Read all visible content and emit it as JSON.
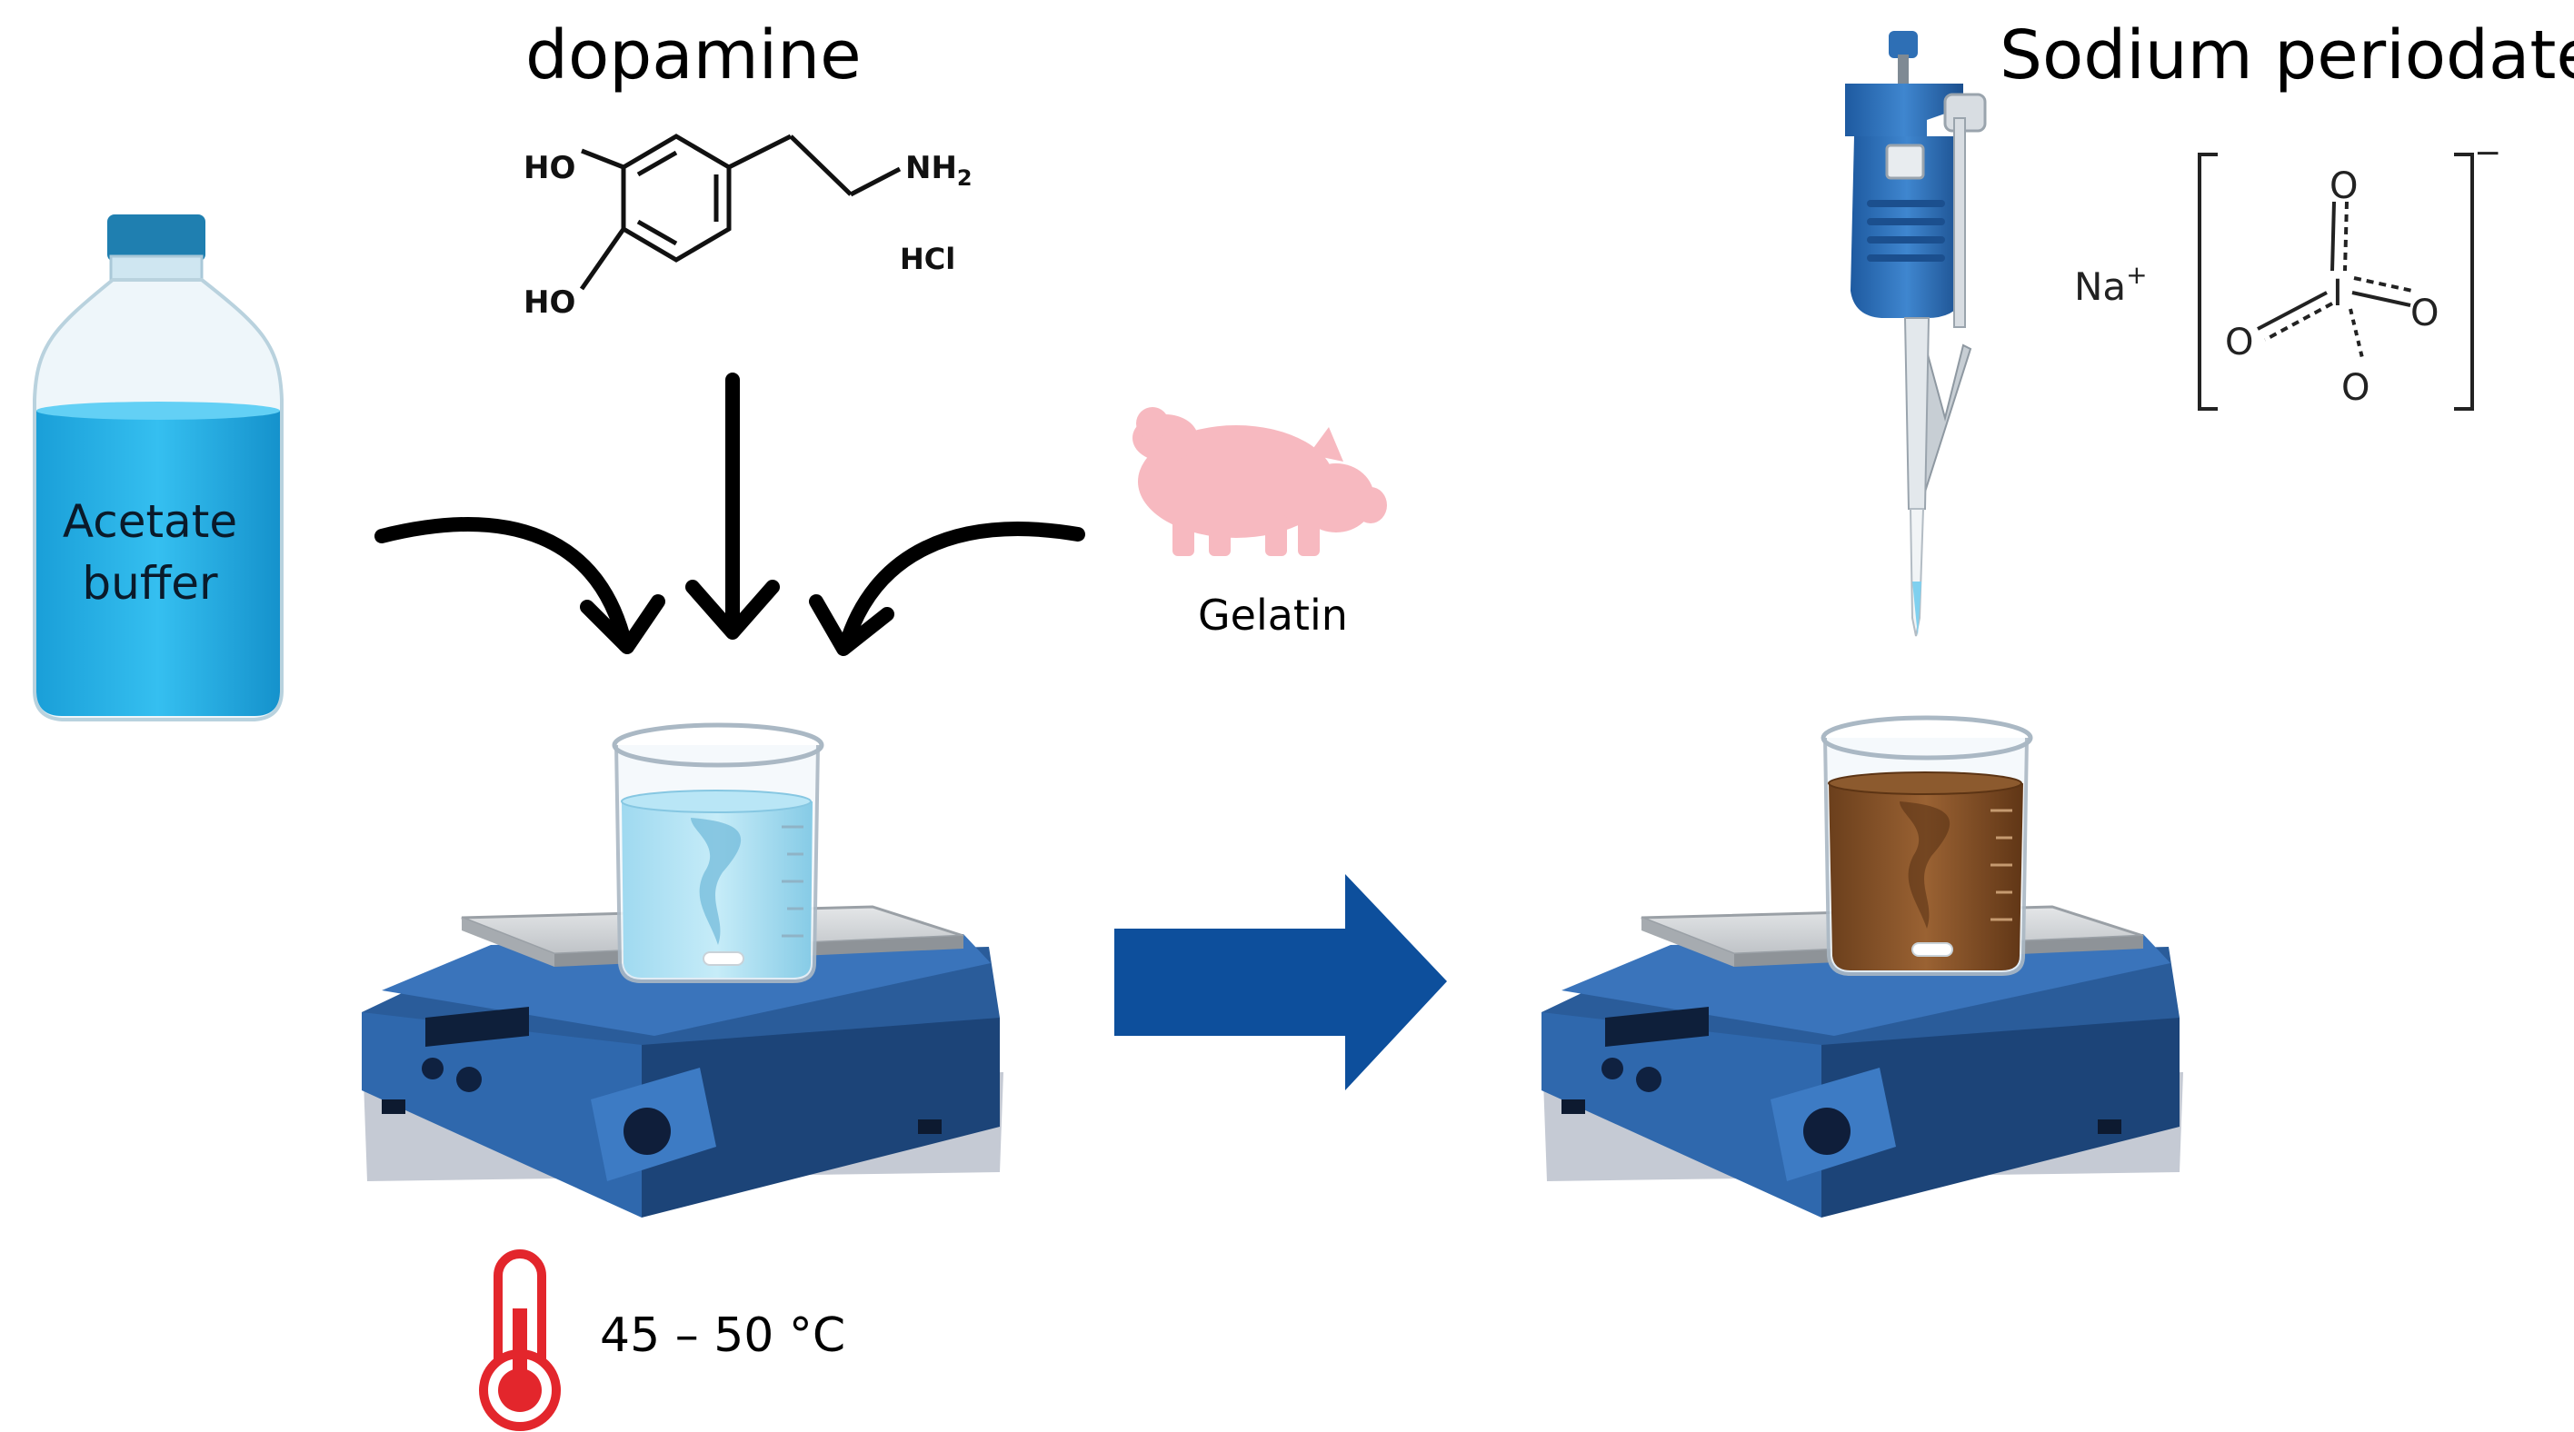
{
  "labels": {
    "dopamine": "dopamine",
    "sodium_periodate": "Sodium periodate",
    "acetate_buffer_line1": "Acetate",
    "acetate_buffer_line2": "buffer",
    "gelatin": "Gelatin",
    "temperature": "45 – 50 °C"
  },
  "dopamine_structure": {
    "ho_top": "HO",
    "ho_bottom": "HO",
    "nh2": "NH",
    "nh2_sub": "2",
    "hcl": "HCl"
  },
  "periodate_structure": {
    "cation": "Na",
    "cation_charge": "+",
    "center_atom": "I",
    "oxygen": "O",
    "anion_charge": "−"
  },
  "colors": {
    "buffer_blue": "#2bb3e8",
    "arrow_blue": "#0d4f9c",
    "stirrer_blue": "#1f4e8c",
    "brown_solution": "#7b4a22",
    "gelatin_pink": "#f7b9c0",
    "thermometer_red": "#e3262c",
    "pipette_blue": "#2e6fb5"
  },
  "icons": [
    "bottle-icon",
    "pig-icon",
    "beaker-icon",
    "hotplate-stirrer-icon",
    "pipette-icon",
    "thermometer-icon",
    "arrow-icon"
  ]
}
